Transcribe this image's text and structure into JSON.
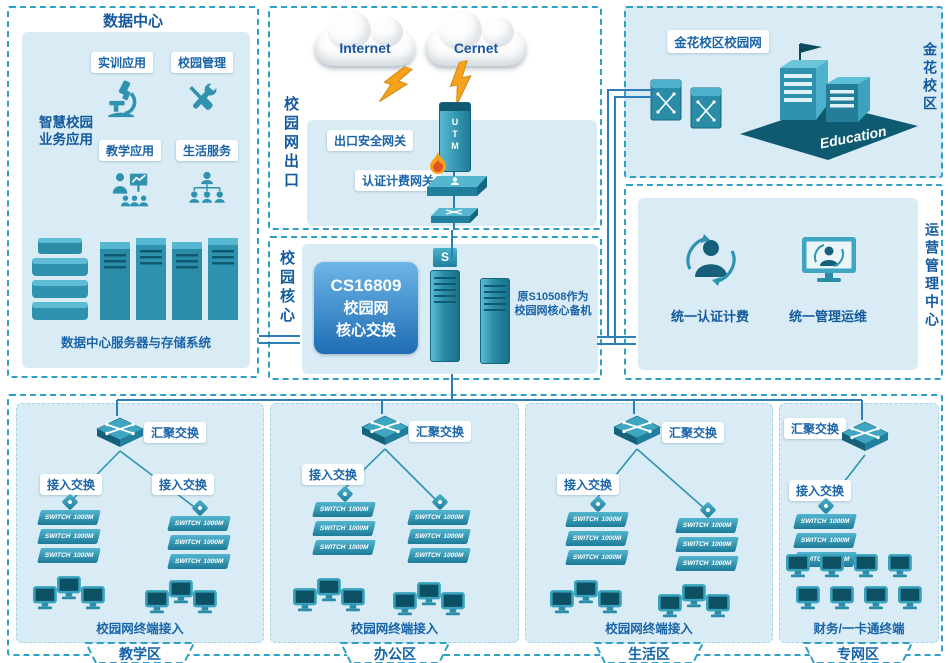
{
  "colors": {
    "border_dash": "#2f9fc4",
    "panel_bg": "#d9ecf5",
    "title_blue": "#155a9c",
    "label_blue": "#1a64a8",
    "device_teal": "#2b8ca8",
    "line_blue": "#2e7fb8",
    "accent_orange": "#f6a21d",
    "core_panel_blue": "#1f6cb4"
  },
  "data_center": {
    "title": "数据中心",
    "apps": [
      {
        "label": "实训应用",
        "icon": "microscope-icon"
      },
      {
        "label": "校园管理",
        "icon": "tools-icon"
      },
      {
        "label": "教学应用",
        "icon": "teacher-chart-icon"
      },
      {
        "label": "生活服务",
        "icon": "org-tree-icon"
      }
    ],
    "side_label_lines": [
      "智慧校园",
      "业务应用"
    ],
    "caption": "数据中心服务器与存储系统"
  },
  "exit_area": {
    "side_label": "校园网出口",
    "clouds": [
      {
        "label": "Internet"
      },
      {
        "label": "Cernet"
      }
    ],
    "gateway_labels": [
      "出口安全网关",
      "认证计费网关"
    ],
    "utm_label": "UTM"
  },
  "jinhua": {
    "title": "金花校区校园网",
    "side_label": "金花校区",
    "building_text": "Education"
  },
  "ops": {
    "side_label": "运营管理中心",
    "items": [
      "统一认证计费",
      "统一管理运维"
    ]
  },
  "core": {
    "side_label": "校园核心",
    "main_lines": [
      "CS16809",
      "校园网",
      "核心交换"
    ],
    "logo": "S",
    "backup_lines": [
      "原S10508作为",
      "校园网核心备机"
    ]
  },
  "zones": [
    {
      "name": "教学区",
      "agg_label": "汇聚交换",
      "access_labels": [
        "接入交换",
        "接入交换"
      ],
      "caption": "校园网终端接入"
    },
    {
      "name": "办公区",
      "agg_label": "汇聚交换",
      "access_labels": [
        "接入交换"
      ],
      "caption": "校园网终端接入"
    },
    {
      "name": "生活区",
      "agg_label": "汇聚交换",
      "access_labels": [
        "接入交换"
      ],
      "caption": "校园网终端接入"
    },
    {
      "name": "专网区",
      "agg_label": "汇聚交换",
      "access_labels": [
        "接入交换"
      ],
      "caption": "财务/一卡通终端"
    }
  ],
  "device_labels": {
    "switch": "SWITCH",
    "speed": "1000M"
  }
}
